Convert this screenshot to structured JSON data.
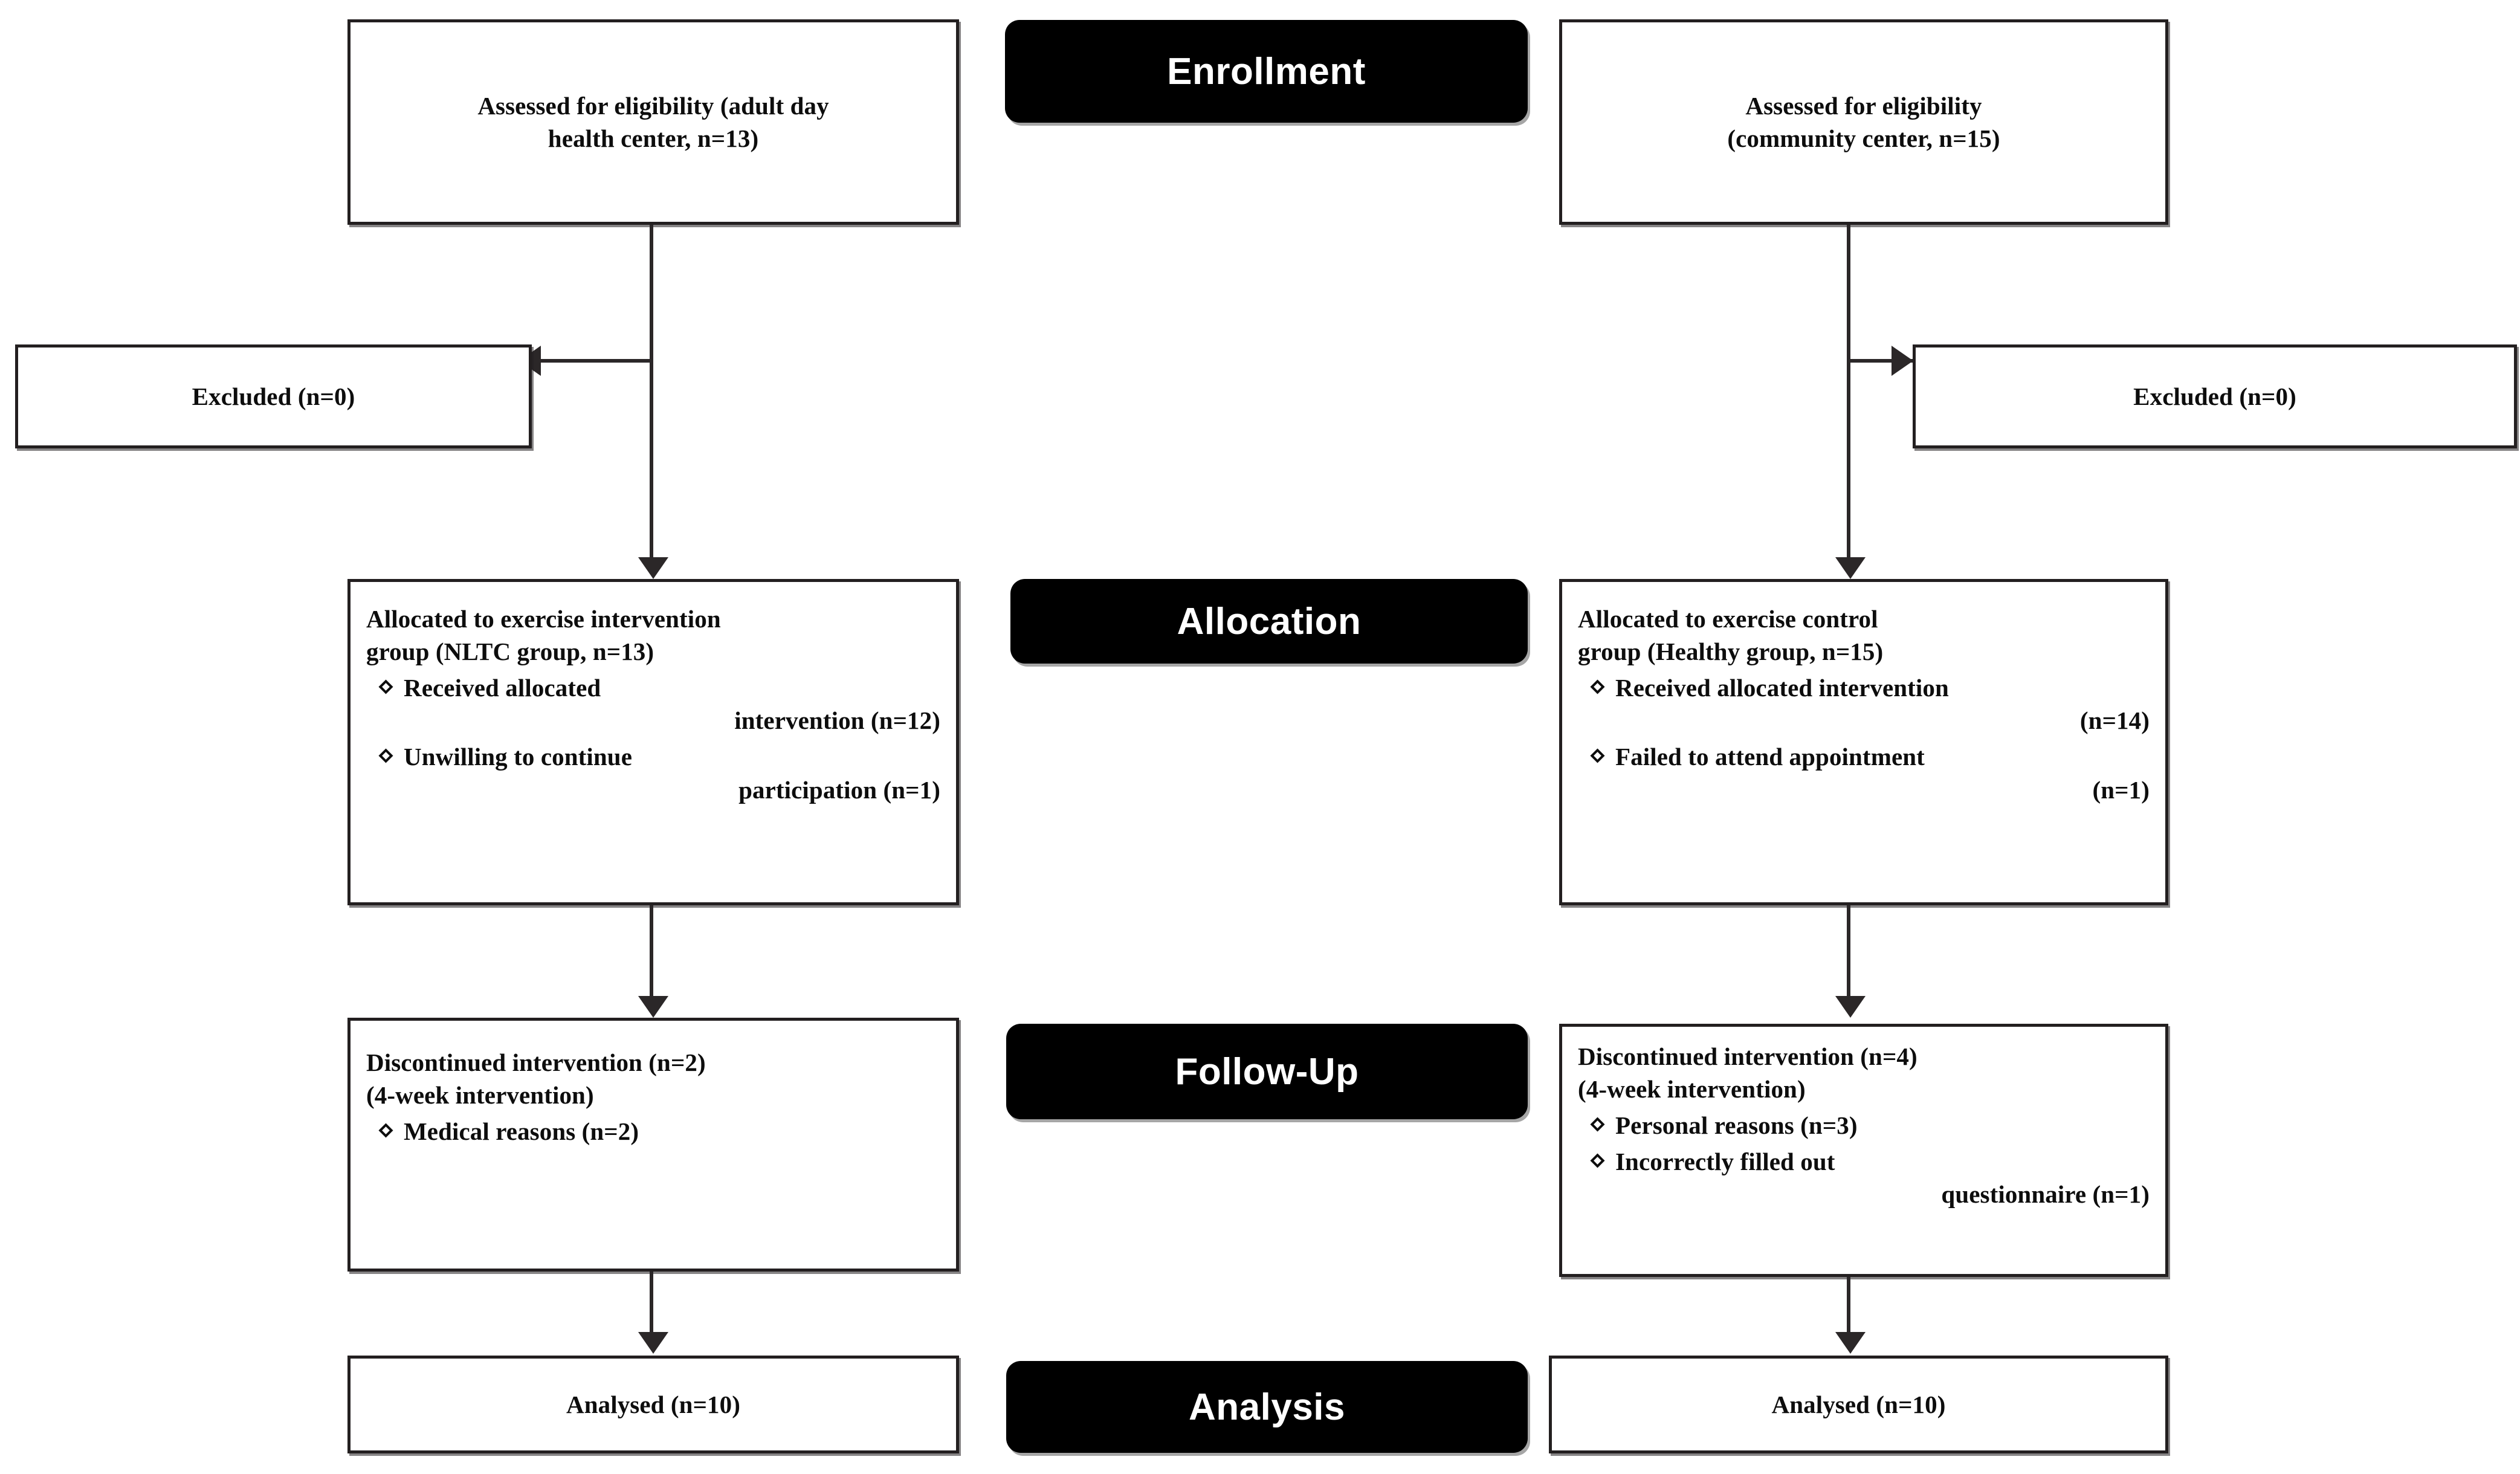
{
  "diagram": {
    "type": "CONSORT participant flow diagram",
    "stages": [
      {
        "id": "enrollment",
        "label": "Enrollment"
      },
      {
        "id": "allocation",
        "label": "Allocation"
      },
      {
        "id": "followup",
        "label": "Follow-Up"
      },
      {
        "id": "analysis",
        "label": "Analysis"
      }
    ],
    "colors": {
      "stage_fill": "#000000",
      "stage_text": "#ffffff",
      "box_border": "#231f20",
      "box_fill": "#ffffff",
      "text": "#0d0d0d",
      "connector": "#2b2728"
    },
    "left_arm": {
      "enrollment": {
        "line1": "Assessed for eligibility (adult day",
        "line2": "health center, n=13)"
      },
      "excluded": "Excluded  (n=0)",
      "allocation": {
        "line1": "Allocated to exercise intervention",
        "line2": "group (NLTC  group, n=13)",
        "bullets": [
          {
            "text": "Received allocated",
            "cont": "intervention (n=12)"
          },
          {
            "text": "Unwilling to continue",
            "cont": "participation (n=1)"
          }
        ]
      },
      "followup": {
        "line1": "Discontinued intervention (n=2)",
        "line2": "(4-week intervention)",
        "bullets": [
          {
            "text": "Medical reasons (n=2)",
            "cont": ""
          }
        ]
      },
      "analysis": "Analysed (n=10)"
    },
    "right_arm": {
      "enrollment": {
        "line1": "Assessed for eligibility",
        "line2": "(community center, n=15)"
      },
      "excluded": "Excluded  (n=0)",
      "allocation": {
        "line1": "Allocated to exercise control",
        "line2": "group (Healthy group, n=15)",
        "bullets": [
          {
            "text": "Received allocated intervention",
            "cont": "(n=14)"
          },
          {
            "text": "Failed to attend appointment",
            "cont": "(n=1)"
          }
        ]
      },
      "followup": {
        "line1": "Discontinued intervention (n=4)",
        "line2": "(4-week intervention)",
        "bullets": [
          {
            "text": "Personal reasons (n=3)",
            "cont": ""
          },
          {
            "text": "Incorrectly filled out",
            "cont": "questionnaire (n=1)"
          }
        ]
      },
      "analysis": "Analysed (n=10)"
    }
  }
}
